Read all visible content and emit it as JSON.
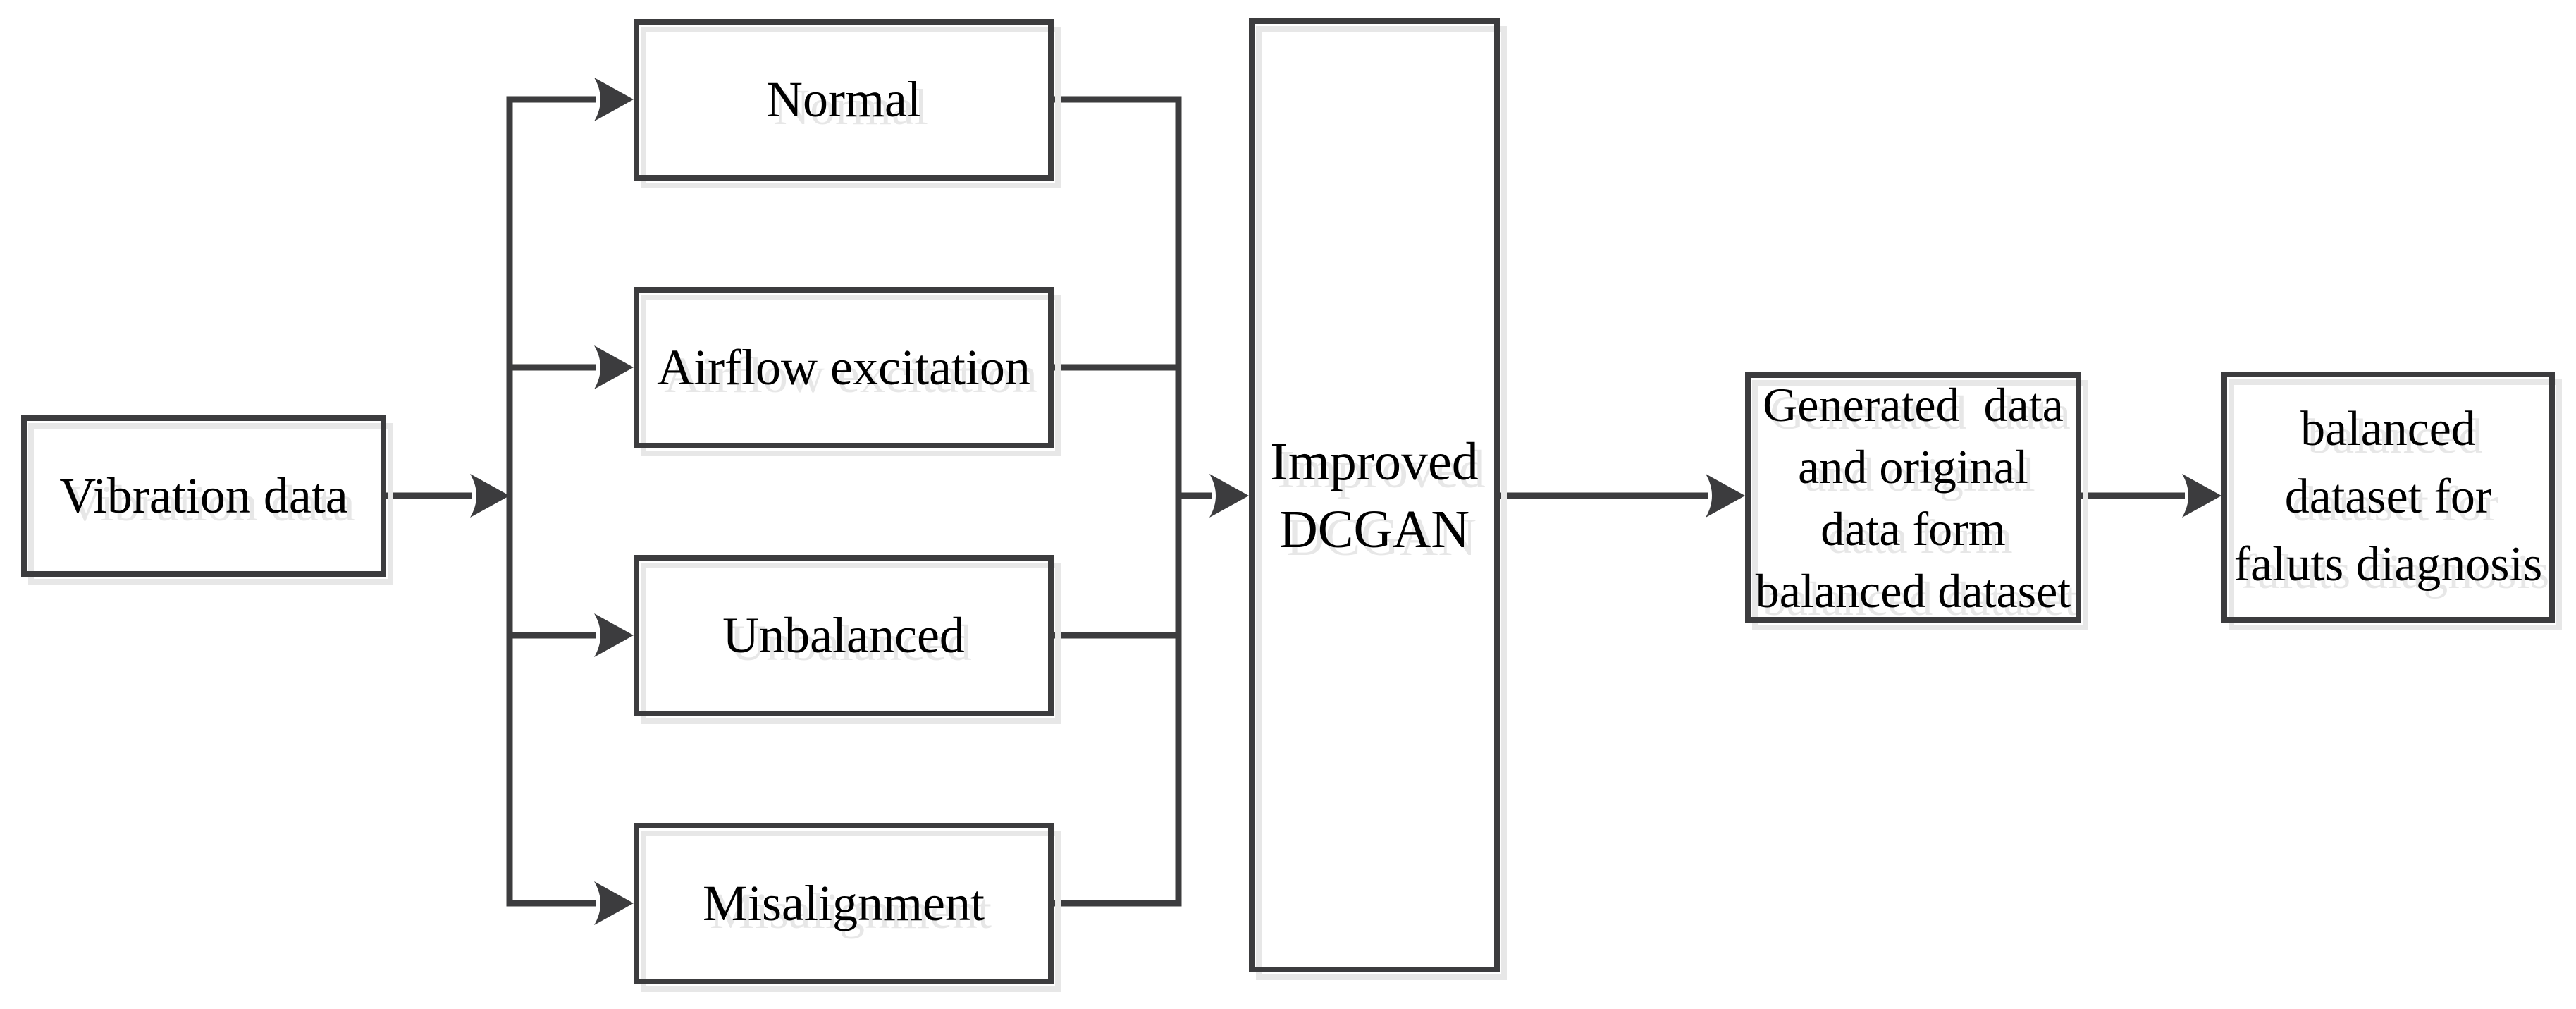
{
  "diagram": {
    "type": "flowchart",
    "background_color": "#ffffff",
    "line_color": "#3c3c3e",
    "shadow_color": "#e7e7e7",
    "text_color": "#000000",
    "nodes": [
      {
        "id": "vibration-data",
        "label": "Vibration data"
      },
      {
        "id": "normal",
        "label": "Normal"
      },
      {
        "id": "airflow",
        "label": "Airflow excitation"
      },
      {
        "id": "unbalanced",
        "label": "Unbalanced"
      },
      {
        "id": "misalignment",
        "label": "Misalignment"
      },
      {
        "id": "improved-dcgan",
        "label": "Improved\nDCGAN"
      },
      {
        "id": "generated-data",
        "label": "Generated  data\nand original\ndata form\nbalanced dataset"
      },
      {
        "id": "balanced-dataset",
        "label": "balanced\ndataset for\nfaluts diagnosis"
      }
    ],
    "edges": [
      {
        "from": "vibration-data",
        "to": "branch-split"
      },
      {
        "from": "branch-split",
        "to": "normal"
      },
      {
        "from": "branch-split",
        "to": "airflow"
      },
      {
        "from": "branch-split",
        "to": "unbalanced"
      },
      {
        "from": "branch-split",
        "to": "misalignment"
      },
      {
        "from": "normal",
        "to": "merge-join"
      },
      {
        "from": "airflow",
        "to": "merge-join"
      },
      {
        "from": "unbalanced",
        "to": "merge-join"
      },
      {
        "from": "misalignment",
        "to": "merge-join"
      },
      {
        "from": "merge-join",
        "to": "improved-dcgan"
      },
      {
        "from": "improved-dcgan",
        "to": "generated-data"
      },
      {
        "from": "generated-data",
        "to": "balanced-dataset"
      }
    ]
  }
}
